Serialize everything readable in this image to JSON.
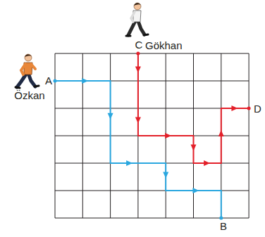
{
  "diagram": {
    "labels": [
      "A",
      "Özkan",
      "C",
      "Gökhan",
      "D",
      "B"
    ]
  }
}
